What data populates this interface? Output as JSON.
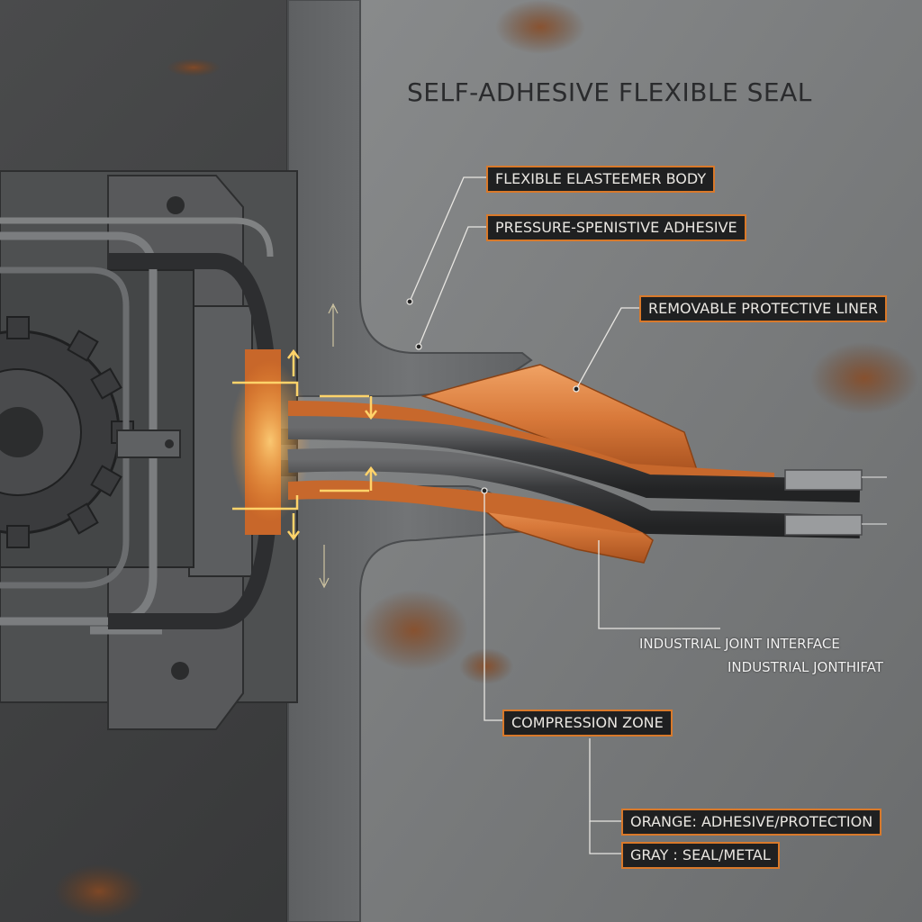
{
  "title": "SELF-ADHESIVE FLEXIBLE SEAL",
  "callouts": {
    "flexible_body": "FLEXIBLE ELASTEEMER BODY",
    "adhesive": "PRESSURE-SPENISTIVE ADHESIVE",
    "liner": "REMOVABLE PROTECTIVE LINER",
    "compression": "COMPRESSION ZONE",
    "legend_orange": "ORANGE: ADHESIVE/PROTECTION",
    "legend_gray": "GRAY : SEAL/METAL"
  },
  "labels": {
    "joint_interface": "INDUSTRIAL JOINT INTERFACE",
    "joint_secondary": "INDUSTRIAL JONTHIFAT"
  },
  "colors": {
    "adhesive_orange": "#d9792a",
    "seal_gray": "#3d3e40",
    "metal": "#6e7072"
  }
}
